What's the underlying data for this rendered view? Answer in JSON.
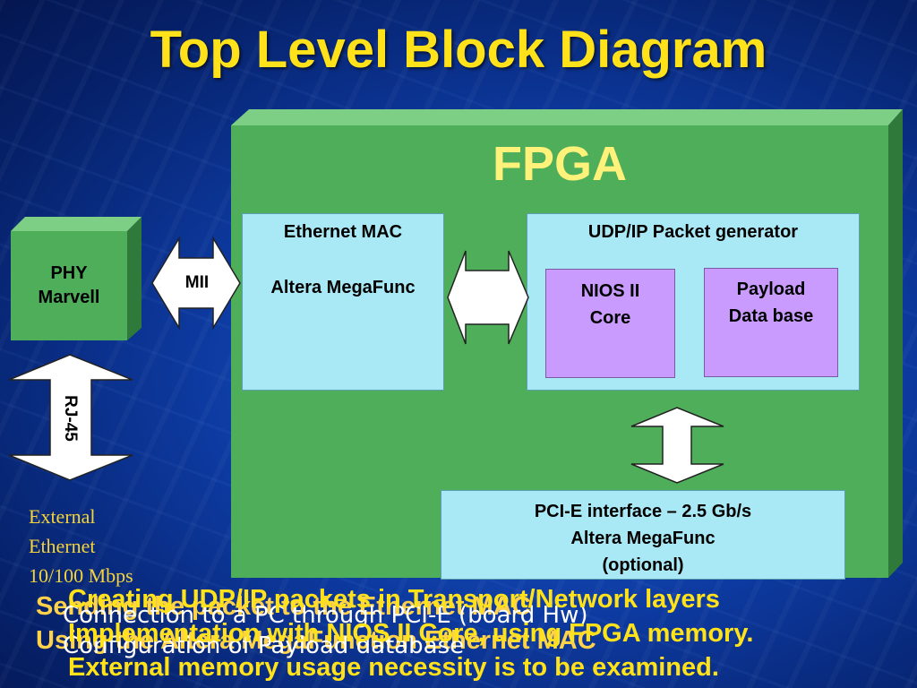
{
  "title": "Top Level Block Diagram",
  "fpga": {
    "label": "FPGA"
  },
  "phy": {
    "line1": "PHY",
    "line2": "Marvell"
  },
  "links": {
    "mii": "MII",
    "rj45": "RJ-45"
  },
  "external": {
    "line1": "External",
    "line2": "Ethernet",
    "line3": "10/100 Mbps"
  },
  "ethernet_mac": {
    "title": "Ethernet MAC",
    "subtitle": "Altera MegaFunc"
  },
  "udp": {
    "title": "UDP/IP Packet generator",
    "nios": {
      "line1": "NIOS II",
      "line2": "Core"
    },
    "payload": {
      "line1": "Payload",
      "line2": "Data base"
    }
  },
  "pcie": {
    "line1": "PCI-E interface – 2.5 Gb/s",
    "line2": "Altera MegaFunc",
    "line3": "(optional)"
  },
  "bottom_text": {
    "layer1": {
      "line1": "Creating UDP/IP packets in Transport/Network layers",
      "line2": "Implementation with NIOS II Core, using FPGA memory.",
      "line3": "External memory usage necessity is to be examined."
    },
    "layer2": {
      "line1": "Sending the packet to the Ethernet MAC",
      "line2": "Using the Altera MegaFunction Ethernet MAC"
    },
    "layer3": {
      "line1": "Connection to a PC through PCI-E (board Hw)",
      "line2": "Configuration of Payload database"
    }
  },
  "colors": {
    "title": "#ffe21a",
    "fpga_green": "#4fae5a",
    "block_cyan": "#a9e8f5",
    "block_violet": "#c99bff",
    "fpga_label": "#fff27a",
    "external_text": "#f5d33a",
    "layer1_text": "#ffe21a",
    "layer2_text": "#ffd24a",
    "layer3_text": "#ffffff"
  }
}
